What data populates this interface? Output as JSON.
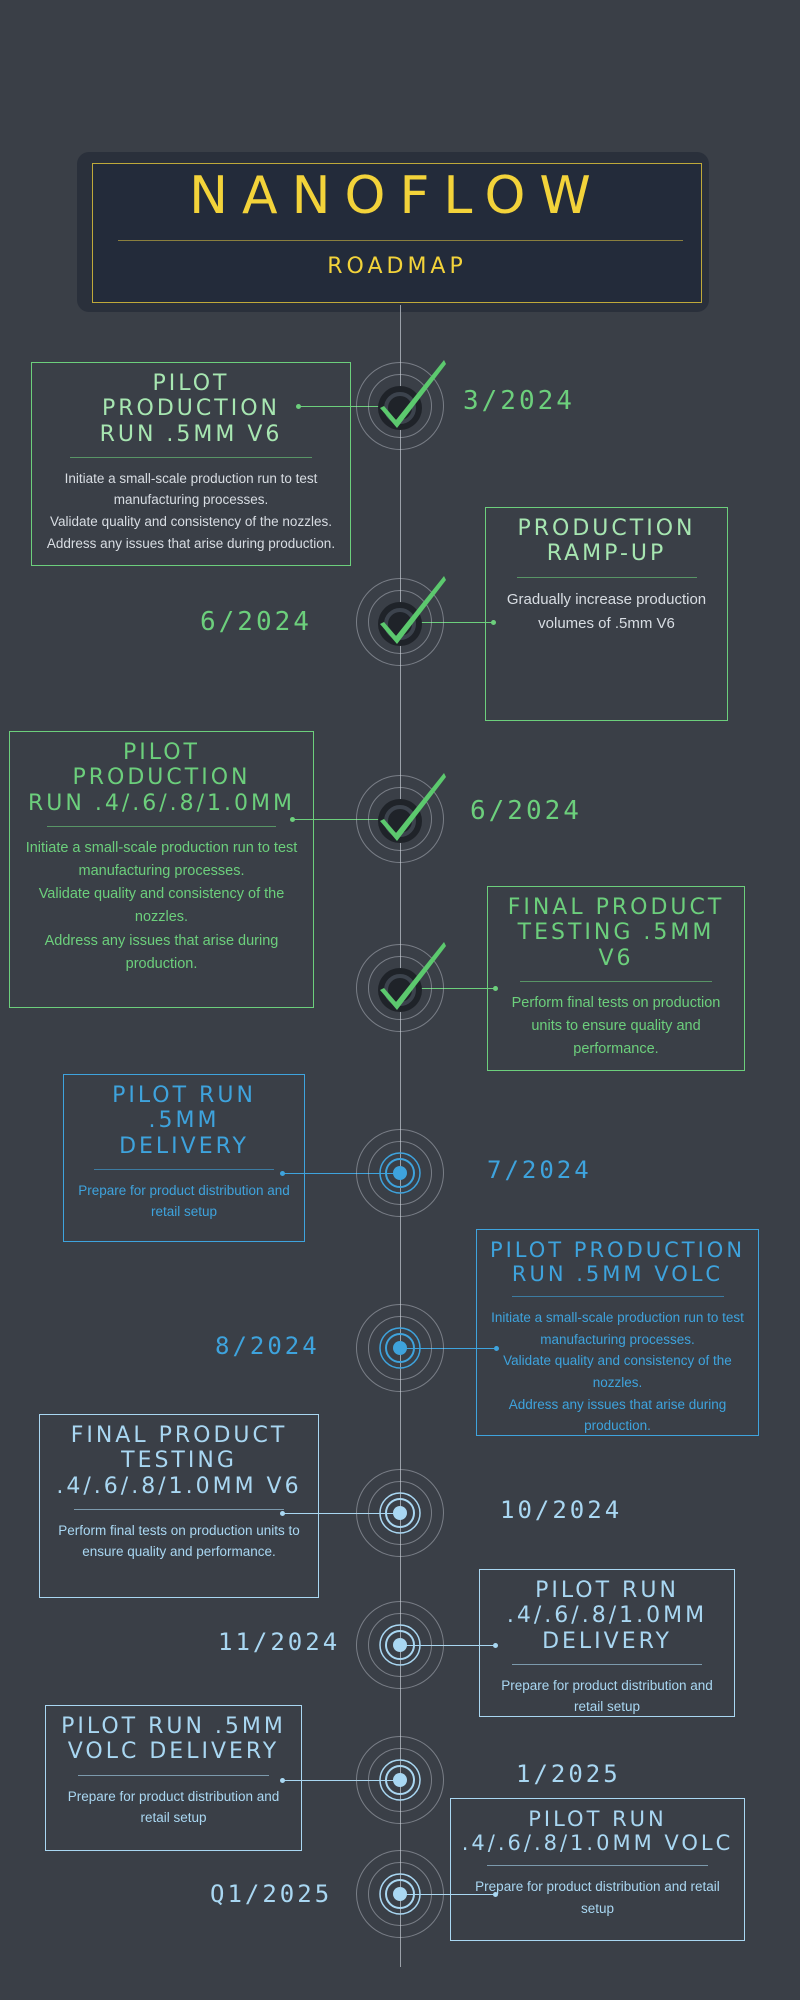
{
  "header": {
    "brand": "NANOFLOW",
    "subtitle": "ROADMAP"
  },
  "colors": {
    "background": "#3a3f47",
    "gold": "#f3d33a",
    "green": "#6ccf7c",
    "blue": "#3ea3dd",
    "light_blue": "#a9d7f2"
  },
  "milestones": [
    {
      "date": "3/2024",
      "title": "PILOT PRODUCTION RUN .5MM V6",
      "title_lines": [
        "PILOT",
        "PRODUCTION",
        "RUN .5MM V6"
      ],
      "description": [
        "Initiate a small-scale production run to test manufacturing processes.",
        "Validate quality and consistency of the nozzles.",
        "Address any issues that arise during production."
      ],
      "status": "completed",
      "icon": "check-icon"
    },
    {
      "date": "6/2024",
      "title": "PRODUCTION RAMP-UP",
      "title_lines": [
        "PRODUCTION",
        "RAMP-UP"
      ],
      "description": [
        "Gradually increase production volumes of .5mm V6"
      ],
      "status": "completed",
      "icon": "check-icon"
    },
    {
      "date": "6/2024",
      "title": "PILOT PRODUCTION RUN .4/.6/.8/1.0MM",
      "title_lines": [
        "PILOT",
        "PRODUCTION",
        "RUN .4/.6/.8/1.0MM"
      ],
      "description": [
        "Initiate a small-scale production run to test manufacturing processes.",
        "Validate quality and consistency of the nozzles.",
        "Address any issues that arise during production."
      ],
      "status": "completed",
      "icon": "check-icon"
    },
    {
      "date": "",
      "title": "FINAL PRODUCT TESTING .5MM V6",
      "title_lines": [
        "FINAL PRODUCT",
        "TESTING .5MM V6"
      ],
      "description": [
        "Perform final tests on production units to ensure quality and performance."
      ],
      "status": "completed",
      "icon": "check-icon"
    },
    {
      "date": "7/2024",
      "title": "PILOT RUN .5MM DELIVERY",
      "title_lines": [
        "PILOT RUN",
        ".5MM",
        "DELIVERY"
      ],
      "description": [
        "Prepare for product distribution and retail setup"
      ],
      "status": "upcoming",
      "icon": "target-icon"
    },
    {
      "date": "8/2024",
      "title": "PILOT PRODUCTION RUN .5MM VOLC",
      "title_lines": [
        "PILOT PRODUCTION",
        "RUN .5MM VOLC"
      ],
      "description": [
        "Initiate a small-scale production run to test manufacturing processes.",
        "Validate quality and consistency of the nozzles.",
        "Address any issues that arise during production."
      ],
      "status": "upcoming",
      "icon": "target-icon"
    },
    {
      "date": "10/2024",
      "title": "FINAL PRODUCT TESTING .4/.6/.8/1.0MM V6",
      "title_lines": [
        "FINAL PRODUCT",
        "TESTING",
        ".4/.6/.8/1.0MM V6"
      ],
      "description": [
        "Perform final tests on production units to ensure quality and performance."
      ],
      "status": "future",
      "icon": "target-icon"
    },
    {
      "date": "11/2024",
      "title": "PILOT RUN .4/.6/.8/1.0MM DELIVERY",
      "title_lines": [
        "PILOT RUN",
        ".4/.6/.8/1.0MM",
        "DELIVERY"
      ],
      "description": [
        "Prepare for product distribution and retail setup"
      ],
      "status": "future",
      "icon": "target-icon"
    },
    {
      "date": "1/2025",
      "title": "PILOT RUN .5MM VOLC DELIVERY",
      "title_lines": [
        "PILOT RUN .5MM",
        "VOLC DELIVERY"
      ],
      "description": [
        "Prepare for product distribution and retail setup"
      ],
      "status": "future",
      "icon": "target-icon"
    },
    {
      "date": "Q1/2025",
      "title": "PILOT RUN .4/.6/.8/1.0MM VOLC",
      "title_lines": [
        "PILOT RUN",
        ".4/.6/.8/1.0MM VOLC"
      ],
      "description": [
        "Prepare for product distribution and retail setup"
      ],
      "status": "future",
      "icon": "target-icon"
    }
  ]
}
